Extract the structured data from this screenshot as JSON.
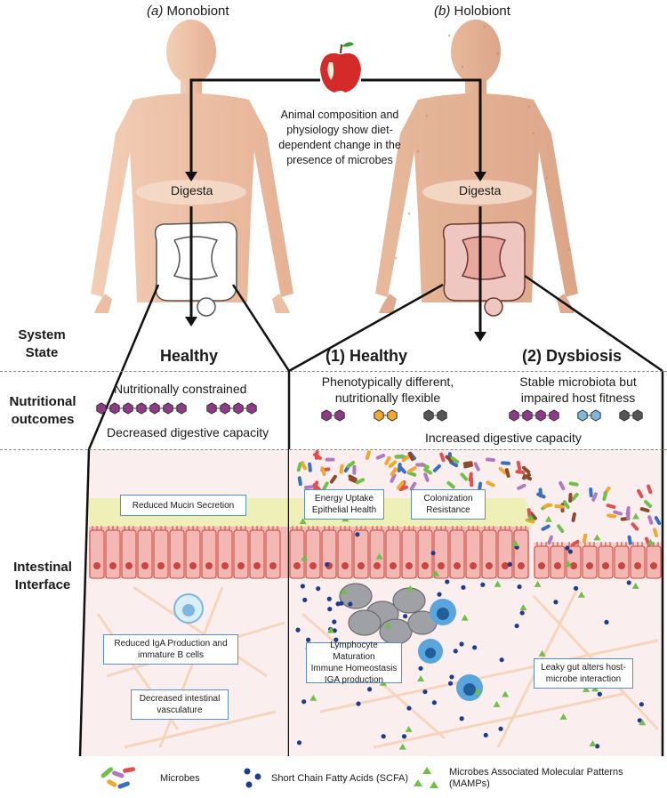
{
  "headers": {
    "monobiont": "Monobiont",
    "monobiont_prefix": "(a)",
    "holobiont": "Holobiont",
    "holobiont_prefix": "(b)"
  },
  "center_note": [
    "Animal composition and",
    "physiology show diet-",
    "dependent  change in the",
    "presence of microbes"
  ],
  "digesta_left": "Digesta",
  "digesta_right": "Digesta",
  "rows": {
    "system_state": [
      "System",
      "State"
    ],
    "nutritional_outcomes": [
      "Nutritional",
      "outcomes"
    ],
    "intestinal_interface": [
      "Intestinal",
      "Interface"
    ]
  },
  "states": {
    "healthy_mono": "Healthy",
    "healthy_holo": "(1) Healthy",
    "dysbiosis": "(2) Dysbiosis"
  },
  "outcomes": {
    "mono_top": "Nutritionally constrained",
    "mono_bottom": "Decreased digestive capacity",
    "holo1": [
      "Phenotypically different,",
      "nutritionally flexible"
    ],
    "holo2": [
      "Stable microbiota but",
      "impaired host fitness"
    ],
    "holo_bottom": "Increased digestive capacity"
  },
  "boxes": {
    "mucin": "Reduced Mucin Secretion",
    "iga": [
      "Reduced IgA Production and",
      "immature B cells"
    ],
    "vascular": [
      "Decreased intestinal",
      "vasculature"
    ],
    "energy": [
      "Energy Uptake",
      "Epithelial Health"
    ],
    "colonization": [
      "Colonization",
      "Resistance"
    ],
    "lymphocyte": [
      "Lymphocyte Maturation",
      "Immune Homeostasis",
      "IGA production"
    ],
    "leaky": [
      "Leaky gut alters host-",
      "microbe interaction"
    ]
  },
  "legend": {
    "microbes": "Microbes",
    "scfa": "Short Chain Fatty Acids (SCFA)",
    "mamps": [
      "Microbes Associated  Molecular Patterns",
      "(MAMPs)"
    ]
  },
  "colors": {
    "skin": "#e8b79a",
    "skin_dark": "#d9a07f",
    "mucus": "#eef0b8",
    "cell": "#f3b8b4",
    "cell_border": "#c8463f",
    "nucleus": "#c8463f",
    "tissue": "#fbeeee",
    "fiber": "#f5d3b8",
    "box_border": "#5a8fc0",
    "hex_purple": "#8e3a86",
    "hex_orange": "#f0a830",
    "hex_dark": "#555555",
    "hex_blue": "#7fb6e0",
    "scfa": "#1f3c8c",
    "mamp": "#6fbf4a"
  }
}
